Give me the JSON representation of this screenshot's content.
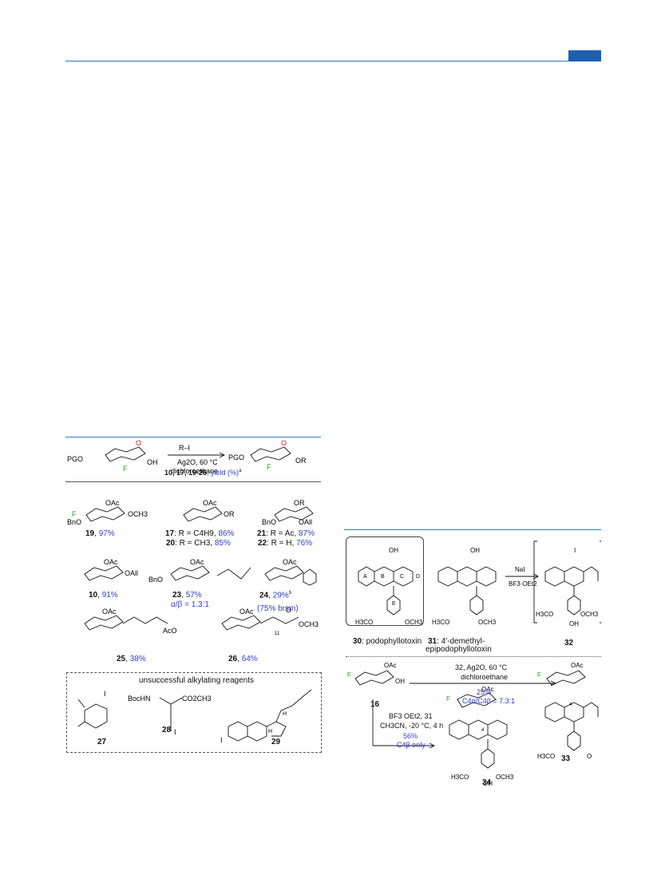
{
  "scheme_a": {
    "reaction": {
      "reactant_prefix": "PGO",
      "reactant_f": "F",
      "reactant_oh": "OH",
      "reagent_top": "R–I",
      "reagent_mid": "Ag2O, 60 °C",
      "reagent_bottom": "dichloroethane",
      "product_prefix": "PGO",
      "product_f": "F",
      "product_or": "OR",
      "product_numbers": "10, 17, 19-26",
      "product_yield": ", yield (%)",
      "product_footnote": "a"
    },
    "compounds": [
      {
        "id": "19",
        "sub": "",
        "yield": "97%"
      },
      {
        "id": "17",
        "sub": ": R = C4H9, ",
        "yield": "86%"
      },
      {
        "id": "20",
        "sub": ": R = CH3, ",
        "yield": "85%"
      },
      {
        "id": "21",
        "sub": ": R = Ac, ",
        "yield": "87%"
      },
      {
        "id": "22",
        "sub": ": R = H, ",
        "yield": "76%"
      },
      {
        "id": "10",
        "sub": ", ",
        "yield": "91%"
      },
      {
        "id": "23",
        "sub": ", ",
        "yield": "57%",
        "ratio": "α/β = 1.3:1"
      },
      {
        "id": "24",
        "sub": ", ",
        "yield": "29%",
        "footnote": "b",
        "brsm": "(75% brsm)"
      },
      {
        "id": "25",
        "sub": ", ",
        "yield": "38%"
      },
      {
        "id": "26",
        "sub": ", ",
        "yield": "64%"
      }
    ],
    "unsuccessful": {
      "title": "unsuccessful alkylating reagents",
      "labels": [
        "27",
        "28",
        "29"
      ],
      "reagent28_top": "BocHN",
      "reagent28_ester": "CO2CH3",
      "iodo": "I"
    },
    "atoms": {
      "OAc": "OAc",
      "BnO": "BnO",
      "OCH3": "OCH3",
      "F": "F",
      "OR": "OR",
      "OAll": "OAll",
      "O": "O",
      "AcO": "AcO",
      "OCH3_ester": "OCH3",
      "subscript11": "11",
      "H": "H"
    }
  },
  "scheme_b": {
    "compound30": {
      "id": "30",
      "name": ": podophyllotoxin"
    },
    "compound31": {
      "id": "31",
      "name_line1": ": 4′-demethyl-",
      "name_line2": "epipodophyllotoxin"
    },
    "compound32": {
      "id": "32"
    },
    "rings": [
      "A",
      "B",
      "C",
      "D",
      "E"
    ],
    "reagent_30_32_top": "NaI",
    "reagent_30_32_bottom": "BF3·OEt2",
    "atoms": {
      "OH": "OH",
      "I": "I",
      "H3CO": "H3CO",
      "OCH3": "OCH3",
      "O": "O",
      "OAc": "OAc",
      "F": "F"
    },
    "reaction1": {
      "reactant": "16",
      "reagent_top": "32, Ag2O, 60 °C",
      "reagent_mid": "dichloroethane",
      "yield": "25%",
      "ratio": "C4α/C4β = 7.3:1",
      "product": "33",
      "c4": "4"
    },
    "reaction2": {
      "reagent_top": "BF3 OEt2, 31",
      "reagent_mid": "CH3CN, -20 °C, 4 h",
      "yield": "56%",
      "selectivity": "C4β only",
      "product": "34",
      "c4": "4"
    }
  }
}
